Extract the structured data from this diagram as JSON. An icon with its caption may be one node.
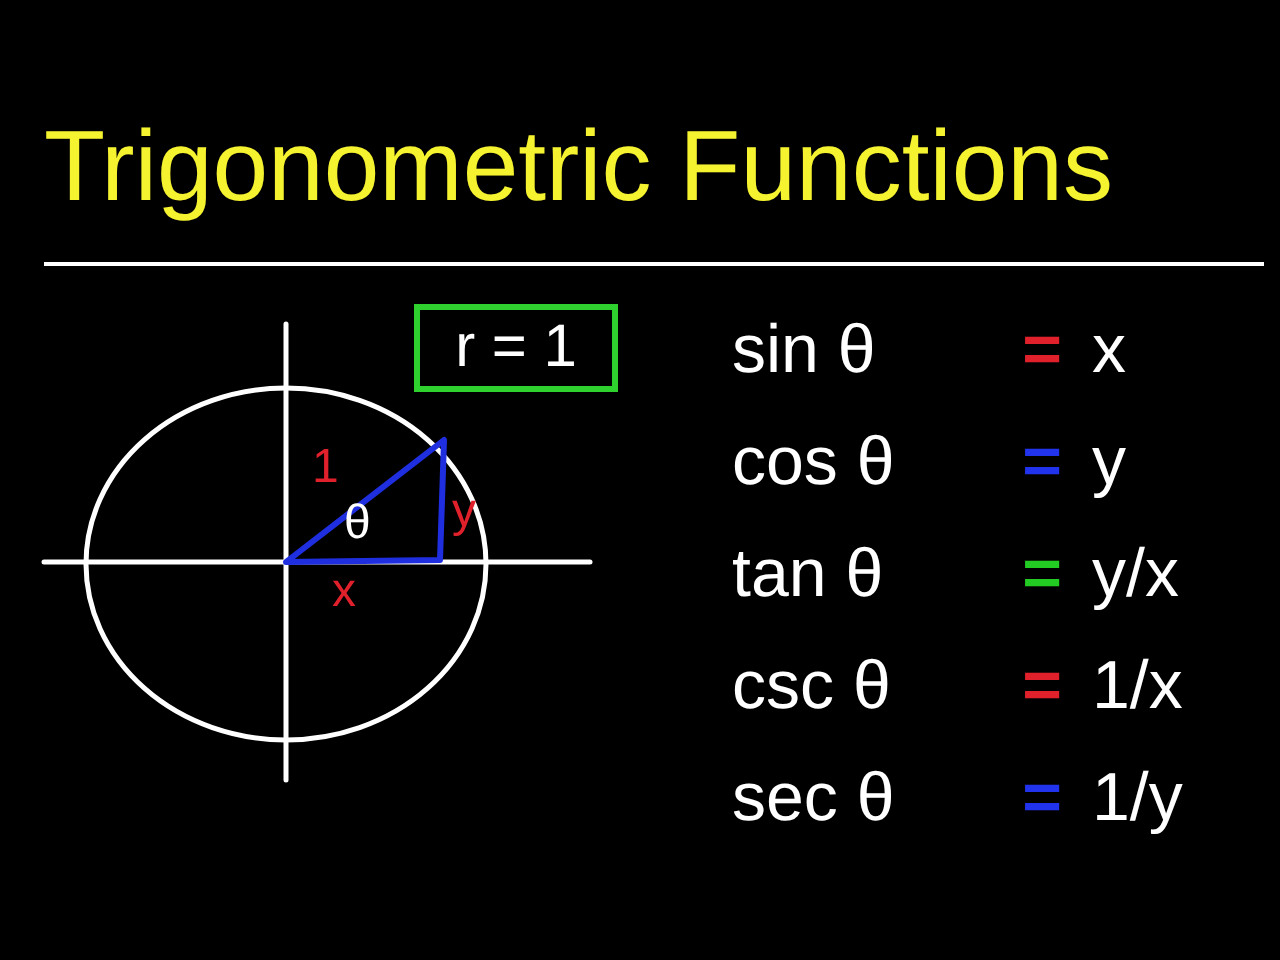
{
  "diagram": {
    "title": "Trigonometric Functions",
    "nodes": [
      {
        "text": [
          "r = 1"
        ]
      }
    ],
    "labels": [
      "sin θ",
      "=",
      "x",
      "cos θ",
      "=",
      "y",
      "tan θ",
      "=",
      "y/x",
      "csc θ",
      "=",
      "1/x",
      "sec θ",
      "=",
      "1/y",
      "1",
      "θ",
      "y",
      "x"
    ]
  }
}
